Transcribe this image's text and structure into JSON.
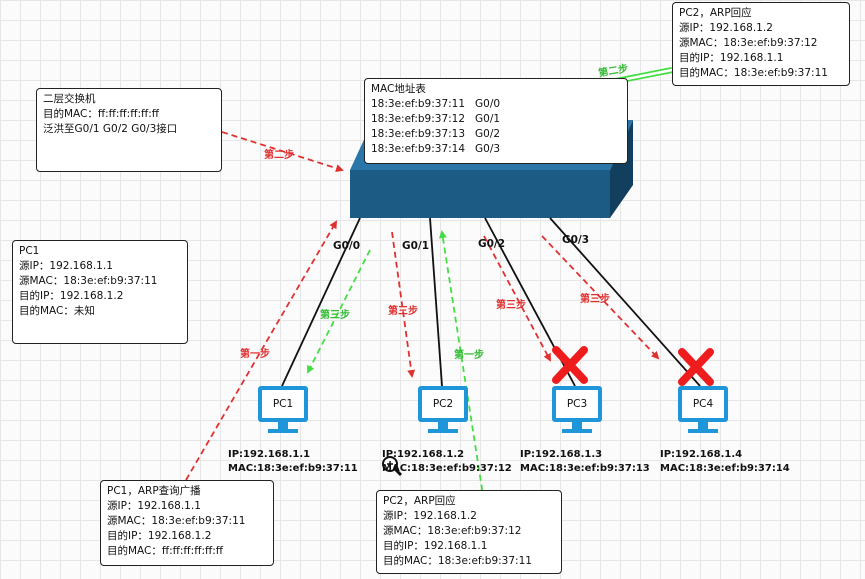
{
  "colors": {
    "red": "#e03131",
    "green": "#44dd44",
    "switch_front": "#1c5b83",
    "switch_top": "#2a76a8",
    "pc": "#1e96d9"
  },
  "switch_note": {
    "title": "二层交换机",
    "dst_mac": "目的MAC：ff:ff:ff:ff:ff:ff",
    "flood": "泛洪至G0/1 G0/2 G0/3接口"
  },
  "mac_table": {
    "title": "MAC地址表",
    "rows": [
      {
        "mac": "18:3e:ef:b9:37:11",
        "port": "G0/0"
      },
      {
        "mac": "18:3e:ef:b9:37:12",
        "port": "G0/1"
      },
      {
        "mac": "18:3e:ef:b9:37:13",
        "port": "G0/2"
      },
      {
        "mac": "18:3e:ef:b9:37:14",
        "port": "G0/3"
      }
    ]
  },
  "pc2_reply_top": {
    "title": "PC2，ARP回应",
    "src_ip": "源IP：192.168.1.2",
    "src_mac": "源MAC：18:3e:ef:b9:37:12",
    "dst_ip": "目的IP：192.168.1.1",
    "dst_mac": "目的MAC：18:3e:ef:b9:37:11"
  },
  "pc1_info": {
    "title": "PC1",
    "src_ip": "源IP：192.168.1.1",
    "src_mac": "源MAC：18:3e:ef:b9:37:11",
    "dst_ip": "目的IP：192.168.1.2",
    "dst_mac": "目的MAC：未知"
  },
  "pc1_broadcast": {
    "title": "PC1，ARP查询广播",
    "src_ip": "源IP：192.168.1.1",
    "src_mac": "源MAC：18:3e:ef:b9:37:11",
    "dst_ip": "目的IP：192.168.1.2",
    "dst_mac": "目的MAC：ff:ff:ff:ff:ff:ff"
  },
  "pc2_reply_bottom": {
    "title": "PC2，ARP回应",
    "src_ip": "源IP：192.168.1.2",
    "src_mac": "源MAC：18:3e:ef:b9:37:12",
    "dst_ip": "目的IP：192.168.1.1",
    "dst_mac": "目的MAC：18:3e:ef:b9:37:11"
  },
  "ports": [
    "G0/0",
    "G0/1",
    "G0/2",
    "G0/3"
  ],
  "steps": {
    "step1": "第一步",
    "step2": "第二步",
    "step3": "第三步"
  },
  "pcs": [
    {
      "name": "PC1",
      "ip": "IP:192.168.1.1",
      "mac": "MAC:18:3e:ef:b9:37:11"
    },
    {
      "name": "PC2",
      "ip": "IP:192.168.1.2",
      "mac": "MAC:18:3e:ef:b9:37:12"
    },
    {
      "name": "PC3",
      "ip": "IP:192.168.1.3",
      "mac": "MAC:18:3e:ef:b9:37:13"
    },
    {
      "name": "PC4",
      "ip": "IP:192.168.1.4",
      "mac": "MAC:18:3e:ef:b9:37:14"
    }
  ]
}
